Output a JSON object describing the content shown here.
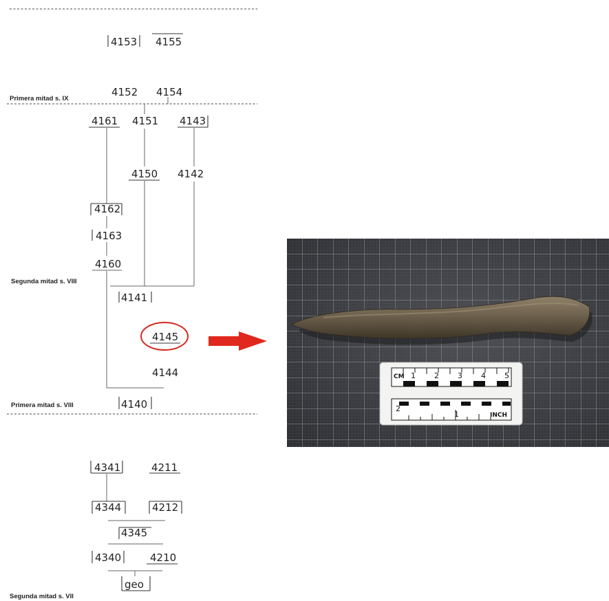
{
  "periods": {
    "first_half_ix": "Primera mitad s. IX",
    "second_half_viii": "Segunda mitad s. VIII",
    "first_half_viii": "Primera mitad s. VIII",
    "second_half_vii": "Segunda mitad s. VII"
  },
  "units": {
    "u4153": "4153",
    "u4155": "4155",
    "u4152": "4152",
    "u4154": "4154",
    "u4161": "4161",
    "u4151": "4151",
    "u4143": "4143",
    "u4150": "4150",
    "u4142": "4142",
    "u4162": "4162",
    "u4163": "4163",
    "u4160": "4160",
    "u4141": "4141",
    "u4145": "4145",
    "u4144": "4144",
    "u4140": "4140",
    "u4341": "4341",
    "u4211": "4211",
    "u4344": "4344",
    "u4212": "4212",
    "u4345": "4345",
    "u4340": "4340",
    "u4210": "4210",
    "geo": "geo"
  },
  "highlighted_unit": "4145",
  "colors": {
    "highlight": "#d42a22",
    "arrow": "#e0281e"
  },
  "photo": {
    "subject": "elongated bone fragment on grid board",
    "scale_top": {
      "units": "CM",
      "ticks": [
        "1",
        "2",
        "3",
        "4",
        "5"
      ]
    },
    "scale_bottom": {
      "units": "INCH",
      "ticks": [
        "1",
        "2"
      ]
    }
  }
}
